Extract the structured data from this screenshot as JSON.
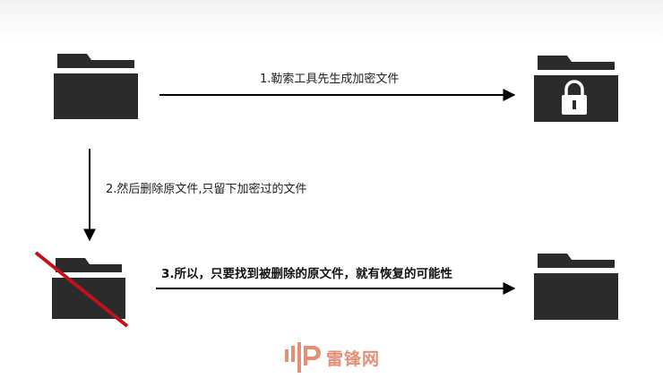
{
  "diagram": {
    "step1_label": "1.勒索工具先生成加密文件",
    "step2_label": "2.然后删除原文件,只留下加密过的文件",
    "step3_label": "3.所以，只要找到被删除的原文件，就有恢复的可能性"
  },
  "nodes": [
    {
      "id": "original-file",
      "icon": "folder-icon"
    },
    {
      "id": "encrypted-file",
      "icon": "locked-folder-icon"
    },
    {
      "id": "deleted-original",
      "icon": "crossed-out-folder-icon"
    },
    {
      "id": "recovered-file",
      "icon": "folder-icon"
    }
  ],
  "watermark": {
    "text": "雷锋网",
    "logo": "leiphone-logo-icon",
    "color": "#e58f77"
  },
  "colors": {
    "folder": "#2b2b2b",
    "arrow": "#000000",
    "cross": "#c0121b"
  }
}
